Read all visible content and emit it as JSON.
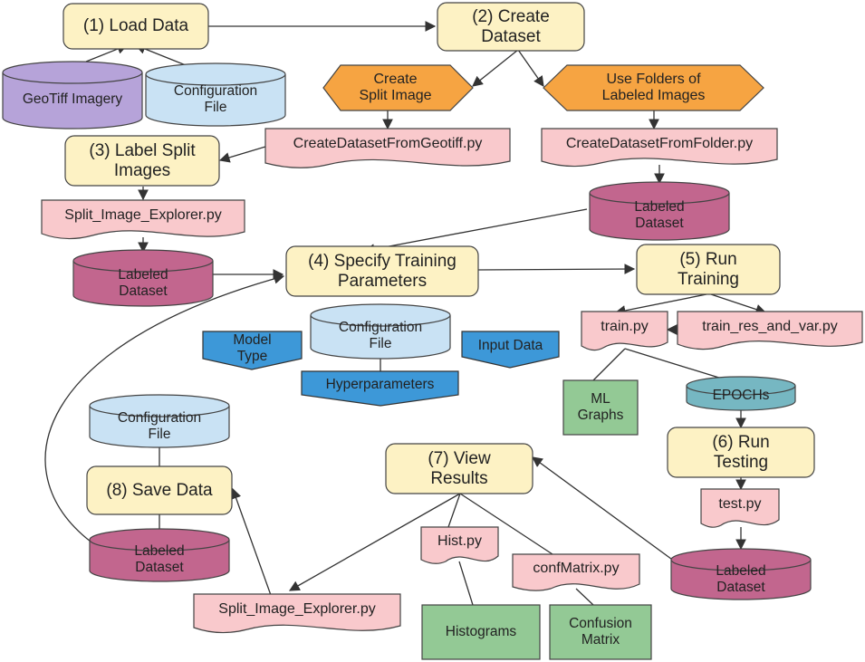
{
  "colors": {
    "step_fill": "#fdf2c4",
    "file_fill": "#f9c9cc",
    "labeled_fill": "#c2668e",
    "config_fill": "#c9e2f4",
    "geotiff_fill": "#b6a3d9",
    "orange_fill": "#f6a442",
    "blue_fill": "#3d98d8",
    "green_fill": "#93c995",
    "epoch_fill": "#76b7c2",
    "stroke": "#333333"
  },
  "steps": {
    "load": "(1) Load Data",
    "create_1": "(2) Create",
    "create_2": "Dataset",
    "label_1": "(3) Label Split",
    "label_2": "Images",
    "specify_1": "(4) Specify Training",
    "specify_2": "Parameters",
    "run_training_1": "(5) Run",
    "run_training_2": "Training",
    "run_testing_1": "(6) Run",
    "run_testing_2": "Testing",
    "view_1": "(7) View",
    "view_2": "Results",
    "save": "(8) Save Data"
  },
  "files": {
    "geotiff_script": "CreateDatasetFromGeotiff.py",
    "folder_script": "CreateDatasetFromFolder.py",
    "explorer_top": "Split_Image_Explorer.py",
    "train": "train.py",
    "train_res": "train_res_and_var.py",
    "test": "test.py",
    "hist": "Hist.py",
    "confmatrix": "confMatrix.py",
    "explorer_bottom": "Split_Image_Explorer.py"
  },
  "stores": {
    "geotiff": "GeoTiff Imagery",
    "config_1": "Configuration",
    "config_2": "File",
    "labeled_1": "Labeled",
    "labeled_2": "Dataset",
    "epochs": "EPOCHs"
  },
  "choices": {
    "split_1": "Create",
    "split_2": "Split Image",
    "folders_1": "Use Folders of",
    "folders_2": "Labeled Images"
  },
  "params": {
    "model_1": "Model",
    "model_2": "Type",
    "hyper": "Hyperparameters",
    "input": "Input Data"
  },
  "outputs": {
    "ml_1": "ML",
    "ml_2": "Graphs",
    "histograms": "Histograms",
    "confusion_1": "Confusion",
    "confusion_2": "Matrix"
  }
}
